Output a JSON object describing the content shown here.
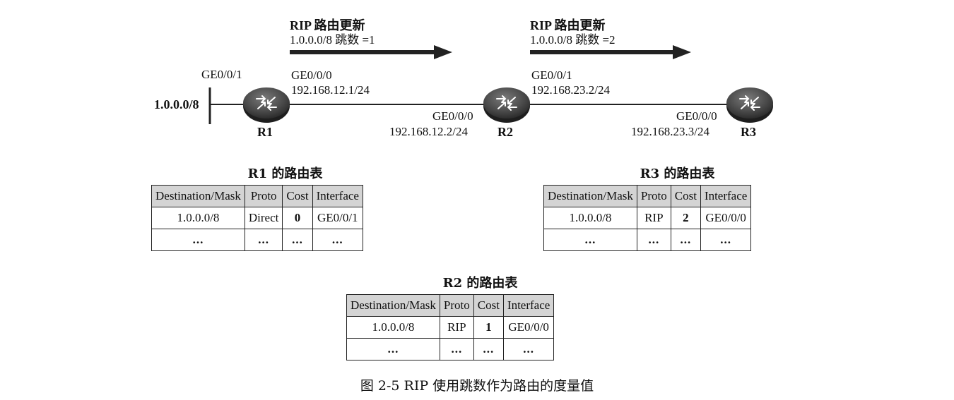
{
  "updates": [
    {
      "title": "RIP 路由更新",
      "detail": "1.0.0.0/8 跳数 =1"
    },
    {
      "title": "RIP 路由更新",
      "detail": "1.0.0.0/8 跳数 =2"
    }
  ],
  "topology": {
    "network": "1.0.0.0/8",
    "r1": {
      "name": "R1",
      "if_left": "GE0/0/1",
      "if_right": "GE0/0/0",
      "ip_right": "192.168.12.1/24"
    },
    "r2": {
      "name": "R2",
      "if_left": "GE0/0/0",
      "ip_left": "192.168.12.2/24",
      "if_right": "GE0/0/1",
      "ip_right": "192.168.23.2/24"
    },
    "r3": {
      "name": "R3",
      "if_left": "GE0/0/0",
      "ip_left": "192.168.23.3/24"
    }
  },
  "columns": [
    "Destination/Mask",
    "Proto",
    "Cost",
    "Interface"
  ],
  "tables": {
    "r1": {
      "title": "R1 的路由表",
      "row": [
        "1.0.0.0/8",
        "Direct",
        "0",
        "GE0/0/1"
      ],
      "ellipsis": [
        "...",
        "...",
        "...",
        "..."
      ]
    },
    "r2": {
      "title": "R2 的路由表",
      "row": [
        "1.0.0.0/8",
        "RIP",
        "1",
        "GE0/0/0"
      ],
      "ellipsis": [
        "...",
        "...",
        "...",
        "..."
      ]
    },
    "r3": {
      "title": "R3 的路由表",
      "row": [
        "1.0.0.0/8",
        "RIP",
        "2",
        "GE0/0/0"
      ],
      "ellipsis": [
        "...",
        "...",
        "...",
        "..."
      ]
    }
  },
  "caption": "图 2-5    RIP 使用跳数作为路由的度量值",
  "colors": {
    "router_fill": "#4a4a4a",
    "router_dark": "#222222",
    "header_fill": "#d4d4d4",
    "line": "#222222"
  },
  "icons": [
    "router-icon",
    "arrow-right-icon"
  ]
}
